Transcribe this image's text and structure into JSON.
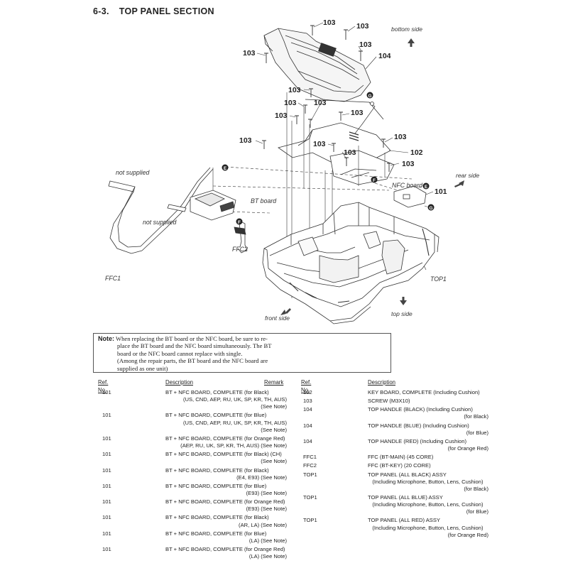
{
  "section_title": {
    "number": "6-3.",
    "text": "TOP PANEL SECTION"
  },
  "callouts": {
    "c103": "103",
    "c104": "104",
    "c102": "102",
    "c101": "101"
  },
  "diagram_labels": {
    "not_supplied": "not supplied",
    "bt_board": "BT board",
    "nfc_board": "NFC board",
    "ffc1": "FFC1",
    "ffc2": "FFC2",
    "top1": "TOP1",
    "bottom_side": "bottom side",
    "rear_side": "rear side",
    "front_side": "front side",
    "top_side": "top side",
    "marker_e": "E",
    "marker_f": "F",
    "marker_g": "G"
  },
  "note": {
    "label": "Note:",
    "lines": [
      "When replacing the BT board or the NFC board, be sure to re-",
      "place the BT board and the NFC board simultaneously. The BT",
      "board or the NFC board cannot replace with single.",
      "(Among the repair parts, the BT board and the NFC board are",
      "supplied as one unit)"
    ]
  },
  "table_headers": {
    "ref": "Ref. No.",
    "desc": "Description",
    "remark": "Remark"
  },
  "left_rows": [
    {
      "ref": "101",
      "lines": [
        [
          "BT + NFC BOARD, COMPLETE (for Black)",
          ""
        ],
        [
          "",
          "(US, CND, AEP, RU, UK, SP, KR, TH, AUS)"
        ],
        [
          "",
          "(See Note)"
        ]
      ]
    },
    {
      "ref": "101",
      "lines": [
        [
          "BT + NFC BOARD, COMPLETE (for Blue)",
          ""
        ],
        [
          "",
          "(US, CND, AEP, RU, UK, SP, KR, TH, AUS)"
        ],
        [
          "",
          "(See Note)"
        ]
      ]
    },
    {
      "ref": "101",
      "lines": [
        [
          "BT + NFC BOARD, COMPLETE (for Orange Red)",
          ""
        ],
        [
          "",
          "(AEP, RU, UK, SP, KR, TH, AUS) (See Note)"
        ]
      ]
    },
    {
      "ref": "101",
      "lines": [
        [
          "BT + NFC BOARD, COMPLETE (for Black) (CH)",
          ""
        ],
        [
          "",
          "(See Note)"
        ]
      ]
    },
    {
      "ref": "101",
      "lines": [
        [
          "BT + NFC BOARD, COMPLETE (for Black)",
          ""
        ],
        [
          "",
          "(E4, E93) (See Note)"
        ]
      ]
    },
    {
      "ref": "101",
      "lines": [
        [
          "BT + NFC BOARD, COMPLETE (for Blue)",
          ""
        ],
        [
          "",
          "(E93) (See Note)"
        ]
      ]
    },
    {
      "ref": "101",
      "lines": [
        [
          "BT + NFC BOARD, COMPLETE (for Orange Red)",
          ""
        ],
        [
          "",
          "(E93) (See Note)"
        ]
      ]
    },
    {
      "ref": "101",
      "lines": [
        [
          "BT + NFC BOARD, COMPLETE (for Black)",
          ""
        ],
        [
          "",
          "(AR, LA) (See Note)"
        ]
      ]
    },
    {
      "ref": "101",
      "lines": [
        [
          "BT + NFC BOARD, COMPLETE (for Blue)",
          ""
        ],
        [
          "",
          "(LA) (See Note)"
        ]
      ]
    },
    {
      "ref": "101",
      "lines": [
        [
          "BT + NFC BOARD, COMPLETE (for Orange Red)",
          ""
        ],
        [
          "",
          "(LA) (See Note)"
        ]
      ]
    }
  ],
  "right_rows": [
    {
      "ref": "102",
      "lines": [
        [
          "KEY BOARD, COMPLETE (Including Cushion)",
          ""
        ]
      ]
    },
    {
      "ref": "103",
      "lines": [
        [
          "SCREW (M3X10)",
          ""
        ]
      ]
    },
    {
      "ref": "104",
      "lines": [
        [
          "TOP HANDLE (BLACK) (Including Cushion)",
          ""
        ],
        [
          "",
          "(for Black)"
        ]
      ]
    },
    {
      "ref": "104",
      "lines": [
        [
          "TOP HANDLE (BLUE) (Including Cushion)",
          ""
        ],
        [
          "",
          "(for Blue)"
        ]
      ]
    },
    {
      "ref": "104",
      "lines": [
        [
          "TOP HANDLE (RED) (Including Cushion)",
          ""
        ],
        [
          "",
          "(for Orange Red)"
        ]
      ]
    },
    {
      "ref": "FFC1",
      "lines": [
        [
          "FFC (BT-MAIN) (45 CORE)",
          ""
        ]
      ]
    },
    {
      "ref": "FFC2",
      "lines": [
        [
          "FFC (BT-KEY) (20 CORE)",
          ""
        ]
      ]
    },
    {
      "ref": "TOP1",
      "lines": [
        [
          "TOP PANEL (ALL BLACK) ASSY",
          ""
        ],
        [
          "   (Including Microphone, Button, Lens, Cushion)",
          ""
        ],
        [
          "",
          "(for Black)"
        ]
      ]
    },
    {
      "ref": "TOP1",
      "lines": [
        [
          "TOP PANEL (ALL BLUE) ASSY",
          ""
        ],
        [
          "   (Including Microphone, Button, Lens, Cushion)",
          ""
        ],
        [
          "",
          "(for Blue)"
        ]
      ]
    },
    {
      "ref": "TOP1",
      "lines": [
        [
          "TOP PANEL (ALL RED) ASSY",
          ""
        ],
        [
          "   (Including Microphone, Button, Lens, Cushion)",
          ""
        ],
        [
          "",
          "(for Orange Red)"
        ]
      ]
    }
  ]
}
